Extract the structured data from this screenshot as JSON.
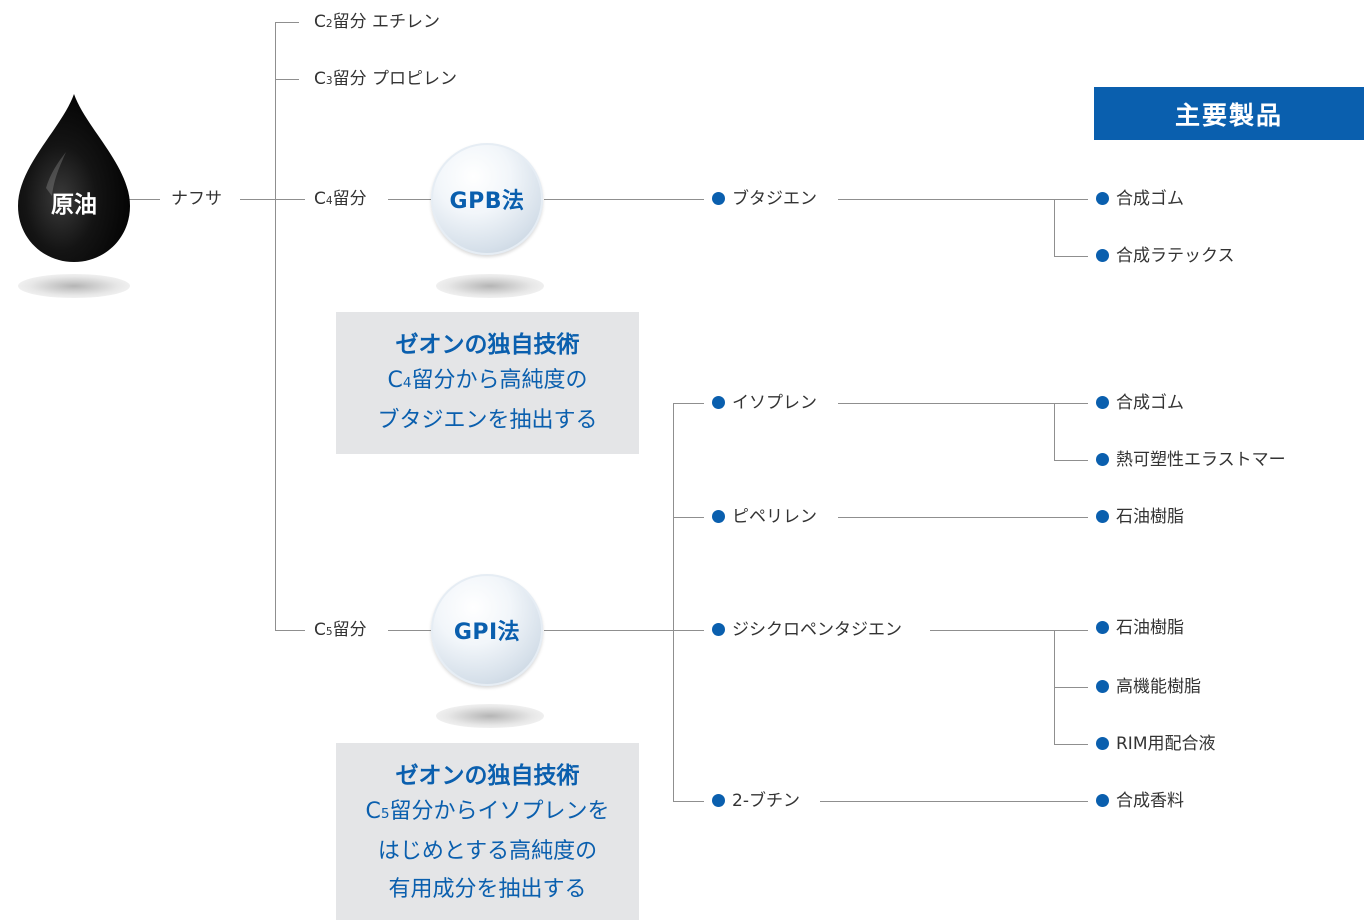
{
  "source": {
    "label": "原油"
  },
  "naphtha": {
    "label": "ナフサ"
  },
  "fractions": {
    "c2": {
      "prefix": "C",
      "sub": "2",
      "label": "留分 エチレン"
    },
    "c3": {
      "prefix": "C",
      "sub": "3",
      "label": "留分 プロピレン"
    },
    "c4": {
      "prefix": "C",
      "sub": "4",
      "label": "留分"
    },
    "c5": {
      "prefix": "C",
      "sub": "5",
      "label": "留分"
    }
  },
  "processes": {
    "gpb": {
      "label": "GPB法"
    },
    "gpi": {
      "label": "GPI法"
    }
  },
  "tech_boxes": {
    "gpb": {
      "title": "ゼオンの独自技術",
      "line1_prefix": "C",
      "line1_sub": "4",
      "line1_rest": "留分から高純度の",
      "line2": "ブタジエンを抽出する"
    },
    "gpi": {
      "title": "ゼオンの独自技術",
      "line1_prefix": "C",
      "line1_sub": "5",
      "line1_rest": "留分からイソプレンを",
      "line2": "はじめとする高純度の",
      "line3": "有用成分を抽出する"
    }
  },
  "header": {
    "label": "主要製品"
  },
  "intermediates": {
    "butadiene": "ブタジエン",
    "isoprene": "イソプレン",
    "piperylene": "ピペリレン",
    "dcpd": "ジシクロペンタジエン",
    "butene": "2-ブチン"
  },
  "products": {
    "butadiene": [
      "合成ゴム",
      "合成ラテックス"
    ],
    "isoprene": [
      "合成ゴム",
      "熱可塑性エラストマー"
    ],
    "piperylene": [
      "石油樹脂"
    ],
    "dcpd": [
      "石油樹脂",
      "高機能樹脂",
      "RIM用配合液"
    ],
    "butene": [
      "合成香料"
    ]
  },
  "colors": {
    "accent": "#0a5fae",
    "box_bg": "#e4e5e7",
    "line": "#8f8f8f",
    "drop": "#111111"
  }
}
